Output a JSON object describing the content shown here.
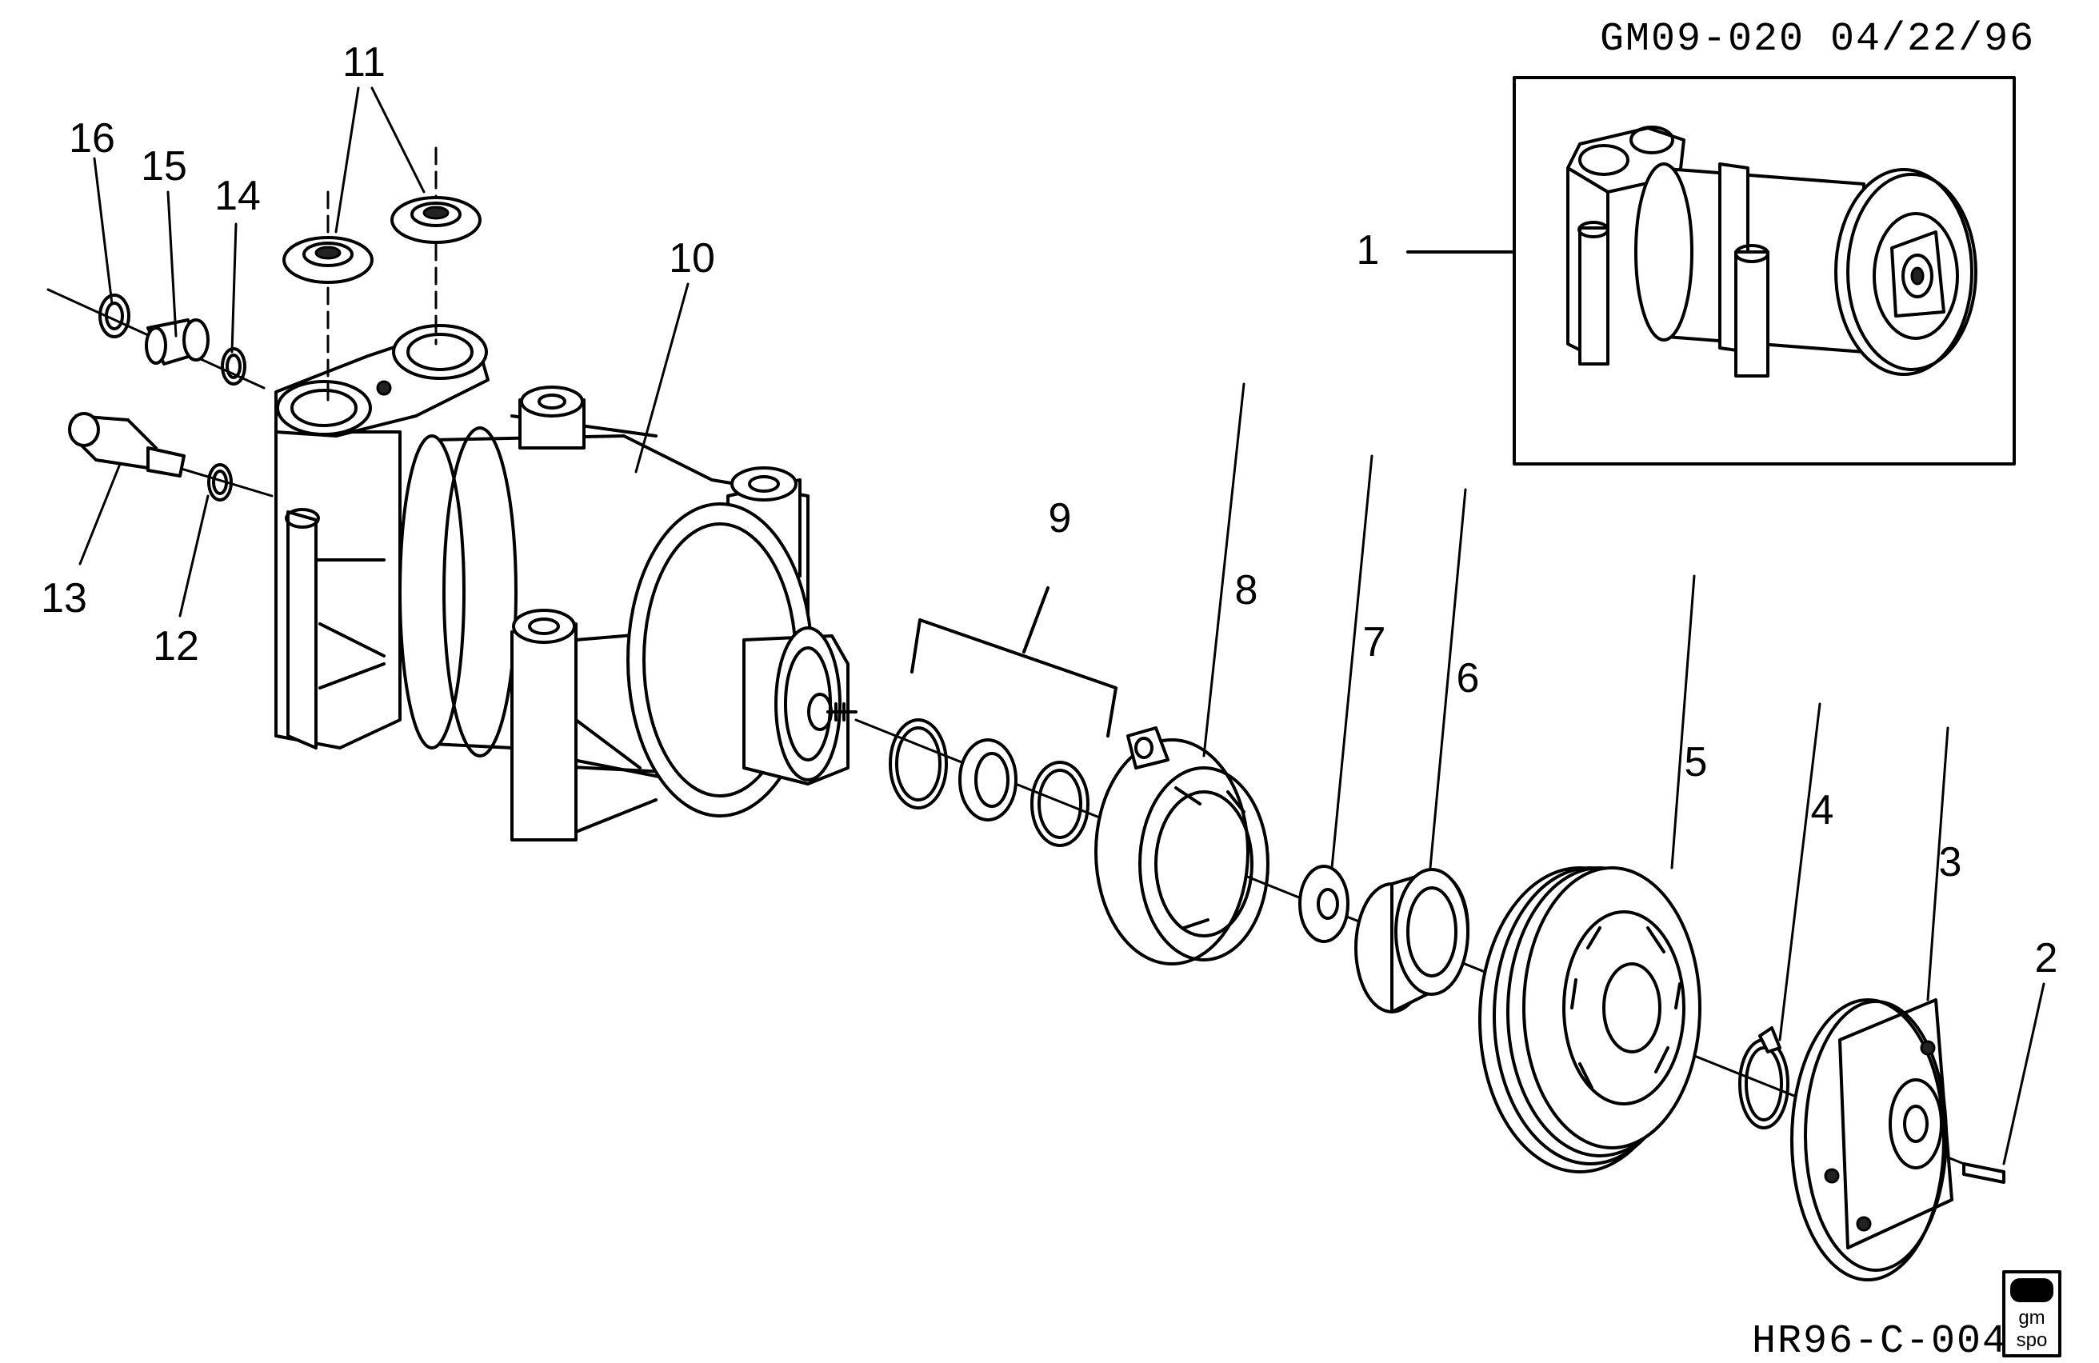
{
  "header": {
    "drawing_code": "GM09-020 04/22/96"
  },
  "footer": {
    "figure_code": "HR96-C-004",
    "logo_text_1": "gm",
    "logo_text_2": "spo"
  },
  "callouts": {
    "c1": "1",
    "c2": "2",
    "c3": "3",
    "c4": "4",
    "c5": "5",
    "c6": "6",
    "c7": "7",
    "c8": "8",
    "c9": "9",
    "c10": "10",
    "c11": "11",
    "c12": "12",
    "c13": "13",
    "c14": "14",
    "c15": "15",
    "c16": "16"
  }
}
